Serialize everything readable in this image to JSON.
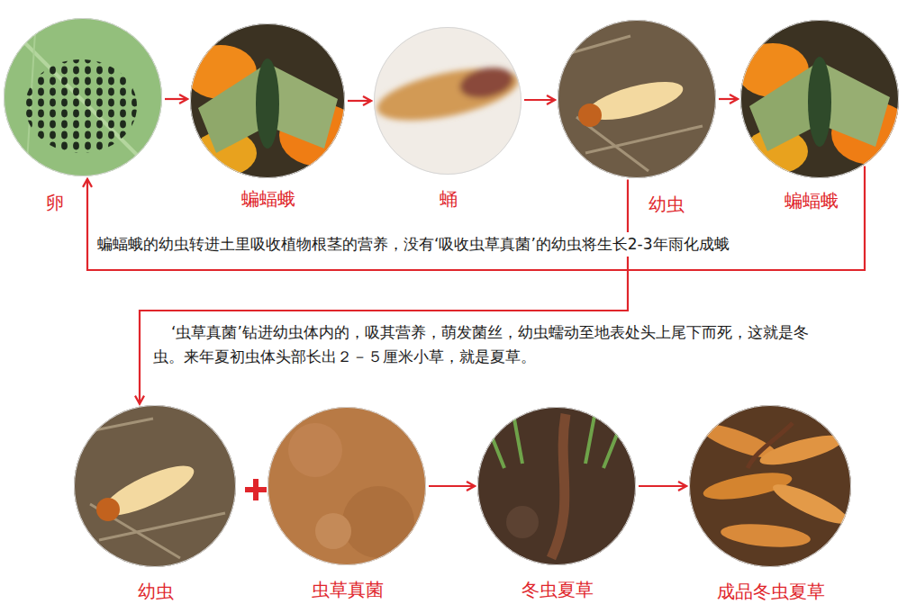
{
  "diagram": {
    "nodes": [
      {
        "text": [
          "卵"
        ]
      },
      {
        "text": [
          "蝙蝠蛾"
        ]
      },
      {
        "text": [
          "蛹"
        ]
      },
      {
        "text": [
          "幼虫"
        ]
      },
      {
        "text": [
          "蝙蝠蛾"
        ]
      },
      {
        "text": [
          "幼虫"
        ]
      },
      {
        "text": [
          "虫草真菌"
        ]
      },
      {
        "text": [
          "冬虫夏草"
        ]
      },
      {
        "text": [
          "成品冬虫夏草"
        ]
      }
    ],
    "edges": [
      {
        "from": 0,
        "to": 1,
        "arrow": "to"
      },
      {
        "from": 1,
        "to": 2,
        "arrow": "to"
      },
      {
        "from": 2,
        "to": 3,
        "arrow": "to"
      },
      {
        "from": 3,
        "to": 4,
        "arrow": "to"
      },
      {
        "from": 4,
        "to": 0,
        "arrow": "to"
      },
      {
        "from": 3,
        "to": 5,
        "arrow": "to"
      },
      {
        "from": 6,
        "to": 7,
        "arrow": "to"
      },
      {
        "from": 7,
        "to": 8,
        "arrow": "to"
      }
    ],
    "labels": [
      "蝙蝠蛾的幼虫转进土里吸收植物根茎的营养，没有‘吸收虫草真菌’的幼虫将生长2-3年雨化成蛾",
      "‘虫草真菌’钻进幼虫体内的，吸其营养，萌发菌丝，幼虫蠕动至地表处头上尾下而死，这就是冬虫。来年夏初虫体头部长出２－５厘米小草，就是夏草。"
    ]
  }
}
